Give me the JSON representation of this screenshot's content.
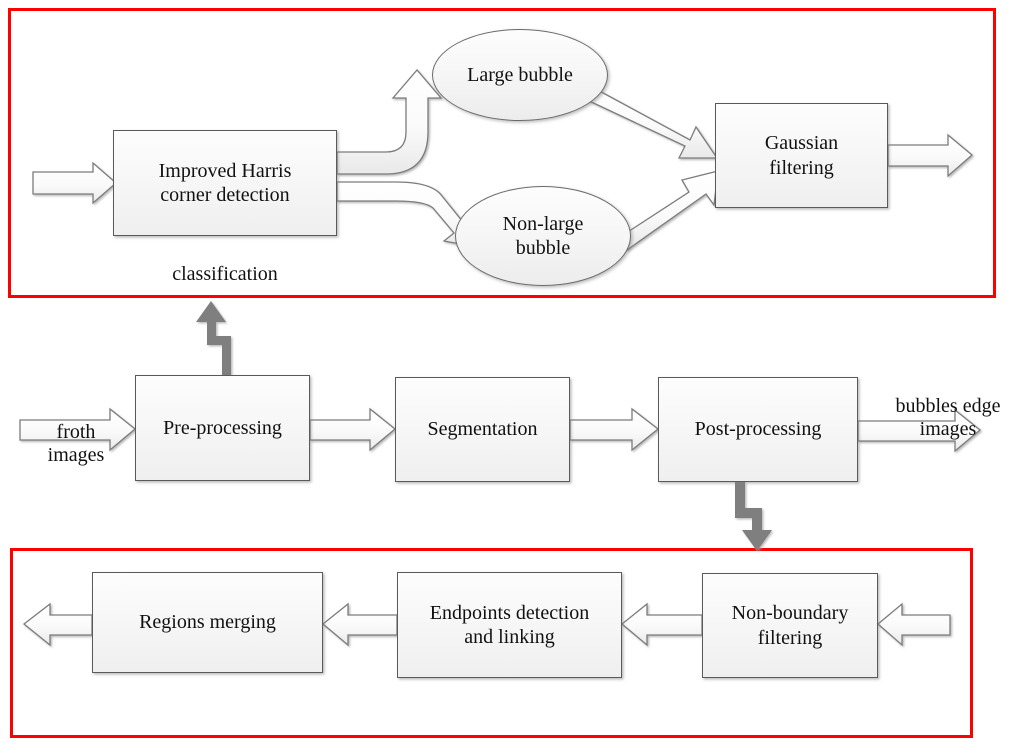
{
  "diagram": {
    "title": "Froth bubble image processing flowchart",
    "colors": {
      "group_border": "#FF0000",
      "box_border": "#5a5a5a",
      "box_fill": "#f3f3f3",
      "open_arrow_stroke": "#7b7b7b",
      "gray_connector": "#7f7f7f",
      "text": "#111111"
    }
  },
  "top_panel": {
    "name": "classification-stage",
    "boxes": [
      {
        "id": "harris",
        "label": "Improved Harris\ncorner detection"
      },
      {
        "id": "gaussian",
        "label": "Gaussian\nfiltering"
      }
    ],
    "ellipses": [
      {
        "id": "large-bubble",
        "label": "Large bubble"
      },
      {
        "id": "non-large-bubble",
        "label": "Non-large\nbubble"
      }
    ],
    "labels": [
      {
        "id": "classification",
        "text": "classification"
      }
    ]
  },
  "middle_row": {
    "name": "main-pipeline",
    "input_label": "froth\nimages",
    "output_label": "bubbles edge\nimages",
    "boxes": [
      {
        "id": "pre-processing",
        "label": "Pre-processing"
      },
      {
        "id": "segmentation",
        "label": "Segmentation"
      },
      {
        "id": "post-processing",
        "label": "Post-processing"
      }
    ]
  },
  "bottom_panel": {
    "name": "post-processing-stage",
    "boxes": [
      {
        "id": "regions-merging",
        "label": "Regions merging"
      },
      {
        "id": "endpoints",
        "label": "Endpoints detection\nand linking"
      },
      {
        "id": "non-boundary",
        "label": "Non-boundary\nfiltering"
      }
    ]
  }
}
